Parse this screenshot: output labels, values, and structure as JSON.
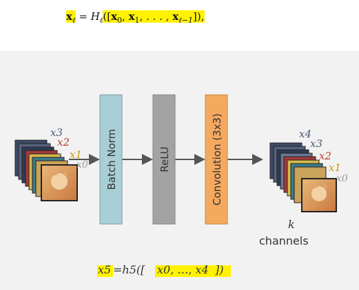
{
  "top_equation": {
    "lhs": "x",
    "lhs_sub": "ℓ",
    "eq": "=",
    "func": "H",
    "func_sub": "ℓ",
    "open": "([",
    "x0": "x",
    "x0_sub": "0",
    "x1": "x",
    "x1_sub": "1",
    "dots": ". . . ,",
    "xl": "x",
    "xl_sub": "ℓ−1",
    "close": "]),",
    "highlight_color": "#fff200"
  },
  "diagram": {
    "input_labels": [
      "x3",
      "x2",
      "x1",
      "x0"
    ],
    "output_labels": [
      "x4",
      "x3",
      "x2",
      "x1",
      "x0"
    ],
    "blocks": [
      {
        "label": "Batch Norm",
        "color": "#a9cfd6"
      },
      {
        "label": "ReLU",
        "color": "#a3a3a3"
      },
      {
        "label": "Convolution (3x3)",
        "color": "#f4a95f"
      }
    ],
    "k_label": "k",
    "channels_label": "channels",
    "label_colors": [
      "#4a5a78",
      "#c0392b",
      "#c99a10",
      "#9a9a9a"
    ],
    "bottom_equation": {
      "lhs": "x5",
      "eq": "=h5([",
      "args": "x0, …, x4",
      "close": "])"
    }
  }
}
